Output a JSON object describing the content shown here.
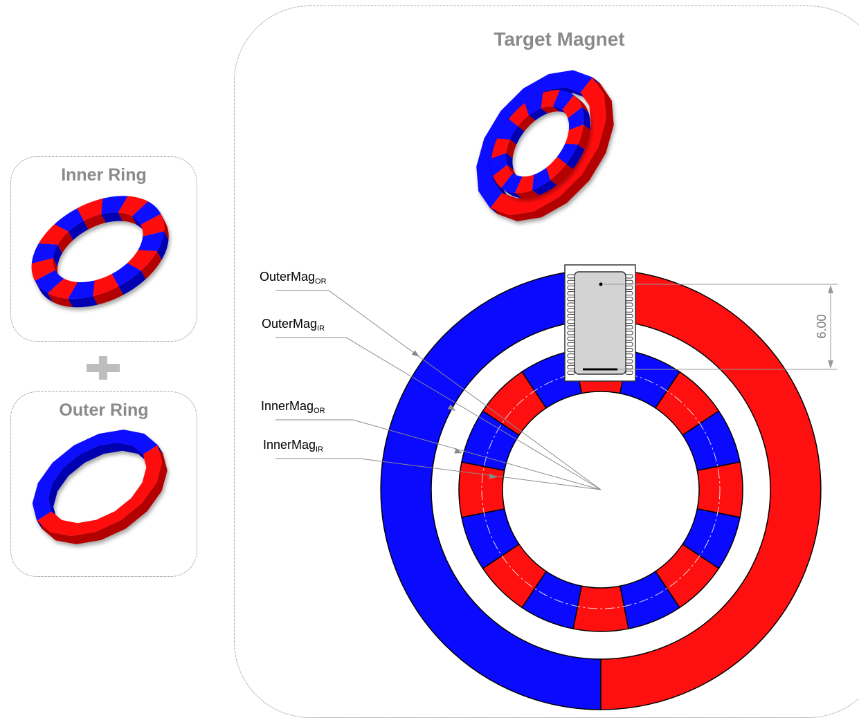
{
  "panels": {
    "inner_ring": {
      "title": "Inner Ring"
    },
    "outer_ring": {
      "title": "Outer Ring"
    },
    "target_magnet": {
      "title": "Target Magnet"
    }
  },
  "labels": {
    "outer_mag_or": {
      "base": "OuterMag",
      "sub": "OR"
    },
    "outer_mag_ir": {
      "base": "OuterMag",
      "sub": "IR"
    },
    "inner_mag_or": {
      "base": "InnerMag",
      "sub": "OR"
    },
    "inner_mag_ir": {
      "base": "InnerMag",
      "sub": "IR"
    }
  },
  "dimension": {
    "value": "6.00"
  },
  "inner_ring_segments": 16,
  "outer_ring_segments": 2,
  "colors": {
    "north": "#0a0aff",
    "south": "#ff1010",
    "panel_border": "#8a8a8a",
    "title": "#8a8a8a",
    "sensor_body": "#d3d3d3"
  }
}
